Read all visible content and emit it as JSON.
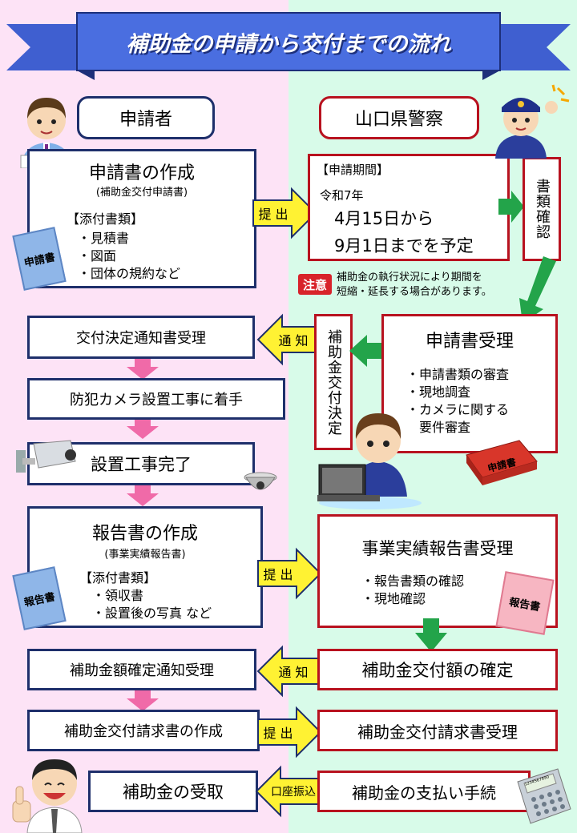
{
  "title": "補助金の申請から交付までの流れ",
  "headers": {
    "applicant": "申請者",
    "police": "山口県警察"
  },
  "applicant": {
    "create_application": {
      "title": "申請書の作成",
      "subtitle": "(補助金交付申請書)",
      "attachments_label": "【添付書類】",
      "items": [
        "・見積書",
        "・図面",
        "・団体の規約など"
      ]
    },
    "decision_notice": "交付決定通知書受理",
    "start_construction": "防犯カメラ設置工事に着手",
    "construction_done": "設置工事完了",
    "report": {
      "title": "報告書の作成",
      "subtitle": "(事業実績報告書)",
      "attachments_label": "【添付書類】",
      "items": [
        "・領収書",
        "・設置後の写真  など"
      ]
    },
    "amount_notice": "補助金額確定通知受理",
    "payment_request": "補助金交付請求書の作成",
    "receive": "補助金の受取"
  },
  "police": {
    "period": {
      "label": "【申請期間】",
      "year": "令和7年",
      "from": "4月15日から",
      "to": "9月1日までを予定"
    },
    "doc_check": "書類確認",
    "notice": {
      "badge": "注意",
      "text_line1": "補助金の執行状況により期間を",
      "text_line2": "短縮・延長する場合があります。"
    },
    "receipt": {
      "title": "申請書受理",
      "items": [
        "・申請書類の審査",
        "・現地調査",
        "・カメラに関する",
        "　要件審査"
      ]
    },
    "grant_decision": "補助金交付決定",
    "report_receipt": {
      "title": "事業実績報告書受理",
      "items": [
        "・報告書類の確認",
        "・現地確認"
      ]
    },
    "amount_confirm": "補助金交付額の確定",
    "request_receipt": "補助金交付請求書受理",
    "payment_process": "補助金の支払い手続"
  },
  "arrows": {
    "submit": "提 出",
    "notify": "通 知",
    "transfer": "口座振込"
  },
  "illustrations": {
    "application_doc": "申請書",
    "report_doc": "報告書",
    "calculator_display": "1234567890"
  },
  "colors": {
    "blue_border": "#1e2f6b",
    "red_border": "#b8121f",
    "pink_arrow": "#f06aa8",
    "green_arrow": "#23a44a",
    "yellow_arrow": "#fff233"
  }
}
